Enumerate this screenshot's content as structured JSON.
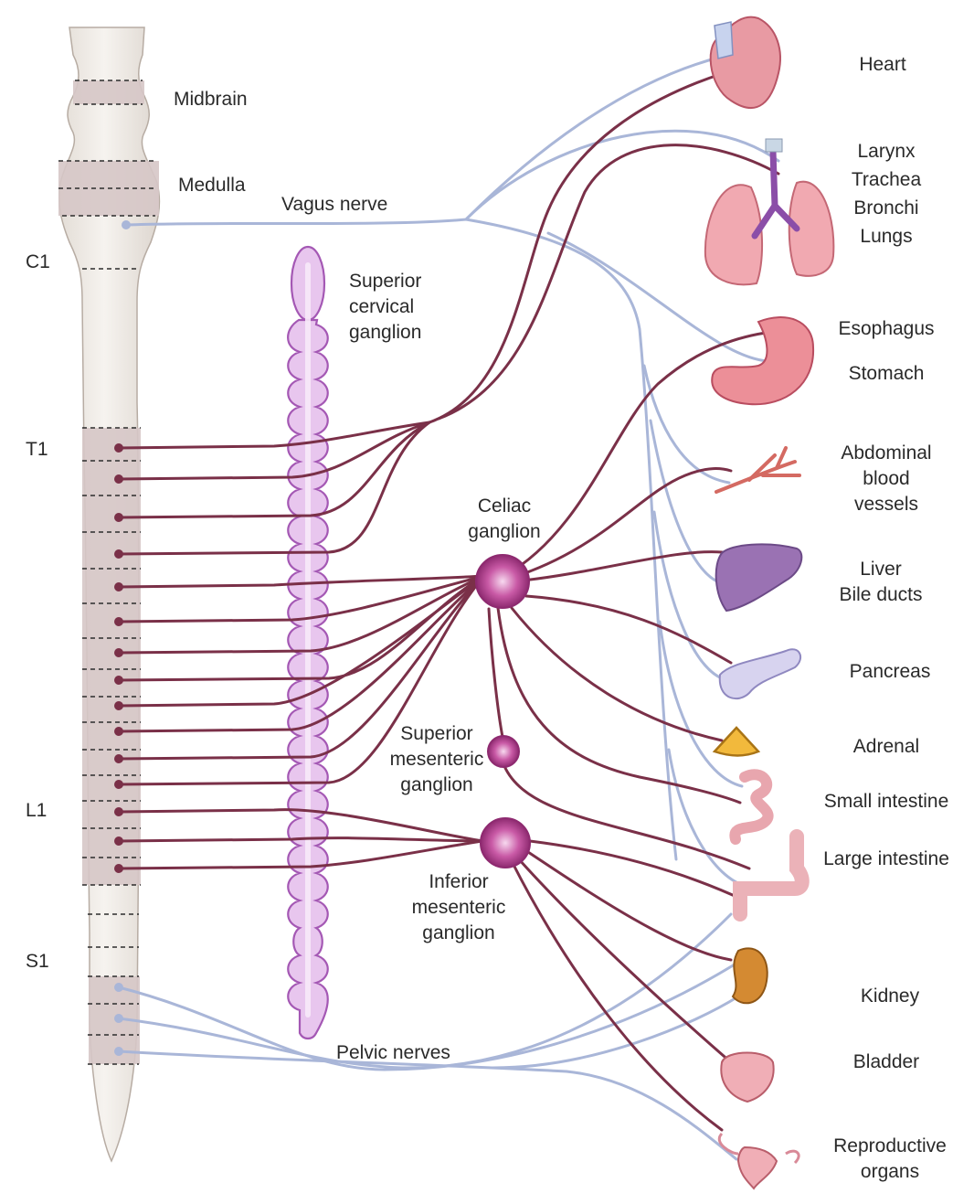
{
  "labels": {
    "midbrain": "Midbrain",
    "medulla": "Medulla",
    "c1": "C1",
    "t1": "T1",
    "l1": "L1",
    "s1": "S1",
    "vagus": "Vagus nerve",
    "superior_cervical": [
      "Superior",
      "cervical",
      "ganglion"
    ],
    "celiac": [
      "Celiac",
      "ganglion"
    ],
    "superior_mesenteric": [
      "Superior",
      "mesenteric",
      "ganglion"
    ],
    "inferior_mesenteric": [
      "Inferior",
      "mesenteric",
      "ganglion"
    ],
    "pelvic": "Pelvic nerves"
  },
  "organs": {
    "heart": [
      "Heart"
    ],
    "lungs": [
      "Larynx",
      "Trachea",
      "Bronchi",
      "Lungs"
    ],
    "stomach": [
      "Esophagus",
      "Stomach"
    ],
    "vessels": [
      "Abdominal",
      "blood",
      "vessels"
    ],
    "liver": [
      "Liver",
      "Bile ducts"
    ],
    "pancreas": [
      "Pancreas"
    ],
    "adrenal": [
      "Adrenal"
    ],
    "small_intestine": [
      "Small intestine"
    ],
    "large_intestine": [
      "Large intestine"
    ],
    "kidney": [
      "Kidney"
    ],
    "bladder": [
      "Bladder"
    ],
    "reproductive": [
      "Reproductive",
      "organs"
    ]
  },
  "colors": {
    "sympathetic": "#7a3048",
    "parasympathetic": "#a9b6d8",
    "cord_fill": "#f1eeea",
    "cord_segment": "#d6c7c6",
    "chain_fill": "#e8c6ee",
    "chain_stroke": "#a458b4",
    "ganglion": "#a83a86"
  }
}
